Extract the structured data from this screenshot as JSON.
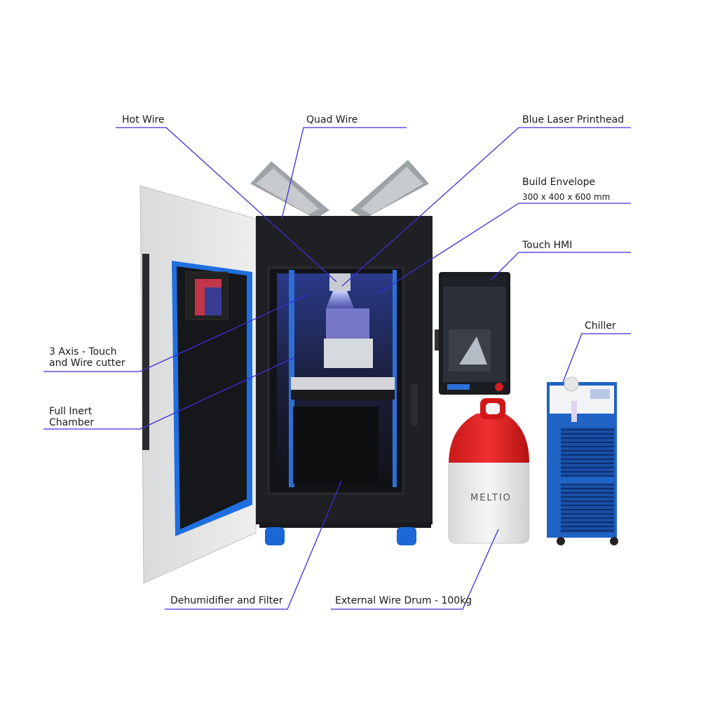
{
  "labels": {
    "hot_wire": "Hot Wire",
    "quad_wire": "Quad Wire",
    "blue_laser": "Blue Laser Printhead",
    "build_envelope_title": "Build Envelope",
    "build_envelope_size": "300 x 400 x 600 mm",
    "touch_hmi": "Touch HMI",
    "chiller": "Chiller",
    "axis_line1": "3 Axis - Touch",
    "axis_line2": "and Wire cutter",
    "inert_line1": "Full  Inert",
    "inert_line2": "Chamber",
    "dehumidifier": "Dehumidifier and Filter",
    "wire_drum": "External Wire Drum - 100kg"
  },
  "drum": {
    "brand": "MELTIO"
  },
  "colors": {
    "leader_line": "#3b2fd6",
    "machine_body": "#1f2023",
    "blue_accent": "#2d6fd6",
    "drum_lid": "#e02020",
    "chiller_blue": "#1f63c4"
  }
}
